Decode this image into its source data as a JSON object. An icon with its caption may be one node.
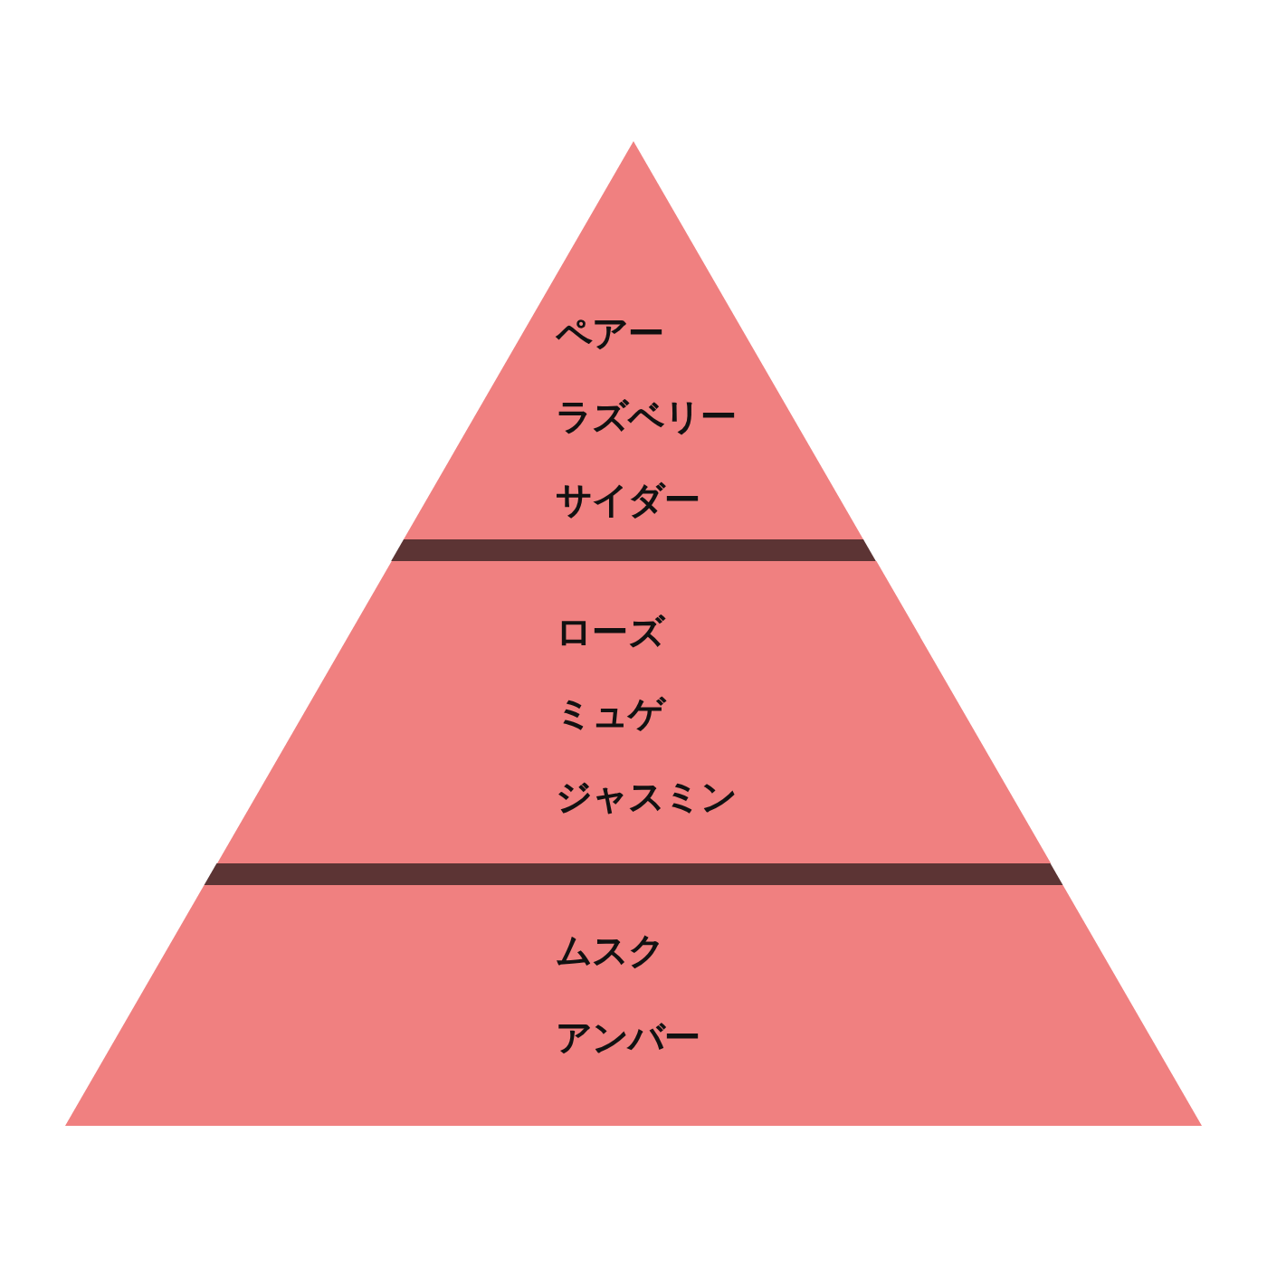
{
  "diagram": {
    "nodes": [
      {
        "text": [
          "ペアー",
          "ラズベリー",
          "サイダー"
        ]
      },
      {
        "text": [
          "ローズ",
          "ミュゲ",
          "ジャスミン"
        ]
      },
      {
        "text": [
          "ムスク",
          "アンバー"
        ]
      }
    ]
  }
}
